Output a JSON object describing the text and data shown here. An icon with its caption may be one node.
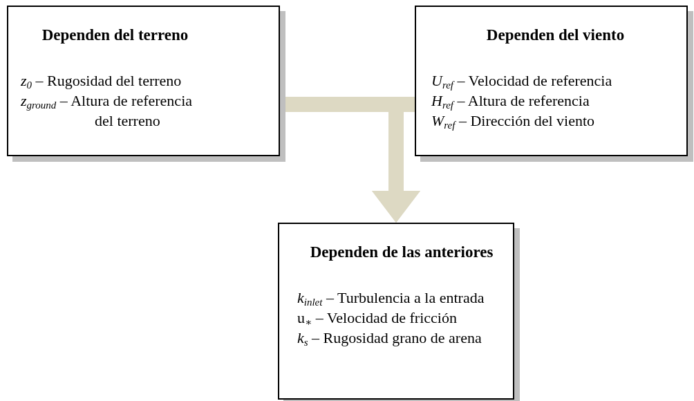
{
  "diagram": {
    "nodes": [
      {
        "text": [
          "Dependen del terreno",
          "*z*$_{0}$ – Rugosidad del terreno",
          "*z*$_{ground}$ – Altura de referencia del terreno"
        ]
      },
      {
        "text": [
          "Dependen del viento",
          "*U*$_{ref}$ – Velocidad de referencia",
          "*H*$_{ref}$ – Altura de referencia",
          "*W*$_{ref}$ – Dirección del viento"
        ]
      },
      {
        "text": [
          "Dependen de las anteriores",
          "*k*$_{inlet}$ – Turbulencia a la entrada",
          "u$_{∗}$ – Velocidad de fricción",
          "*k*$_{s}$ – Rugosidad grano de arena"
        ]
      }
    ],
    "edges": [
      {
        "from": 0,
        "to": 2,
        "arrow": "to"
      },
      {
        "from": 1,
        "to": 2,
        "arrow": "to"
      }
    ]
  }
}
